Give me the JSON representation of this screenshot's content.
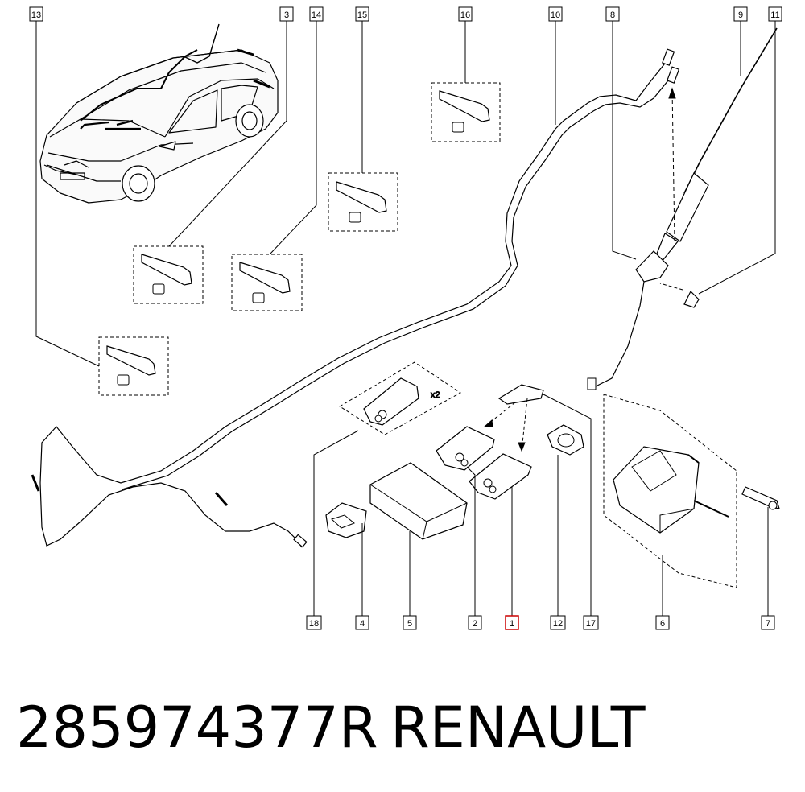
{
  "diagram": {
    "callouts": {
      "c13": "13",
      "c3": "3",
      "c14": "14",
      "c15": "15",
      "c16": "16",
      "c10": "10",
      "c8": "8",
      "c9": "9",
      "c11": "11",
      "c18": "18",
      "c4": "4",
      "c5": "5",
      "c2": "2",
      "c1": "1",
      "c12": "12",
      "c17": "17",
      "c6": "6",
      "c7": "7"
    },
    "quantity_label": "x2",
    "highlight_color": "#cc0000"
  },
  "footer": {
    "part_number": "285974377R",
    "brand": "RENAULT"
  }
}
